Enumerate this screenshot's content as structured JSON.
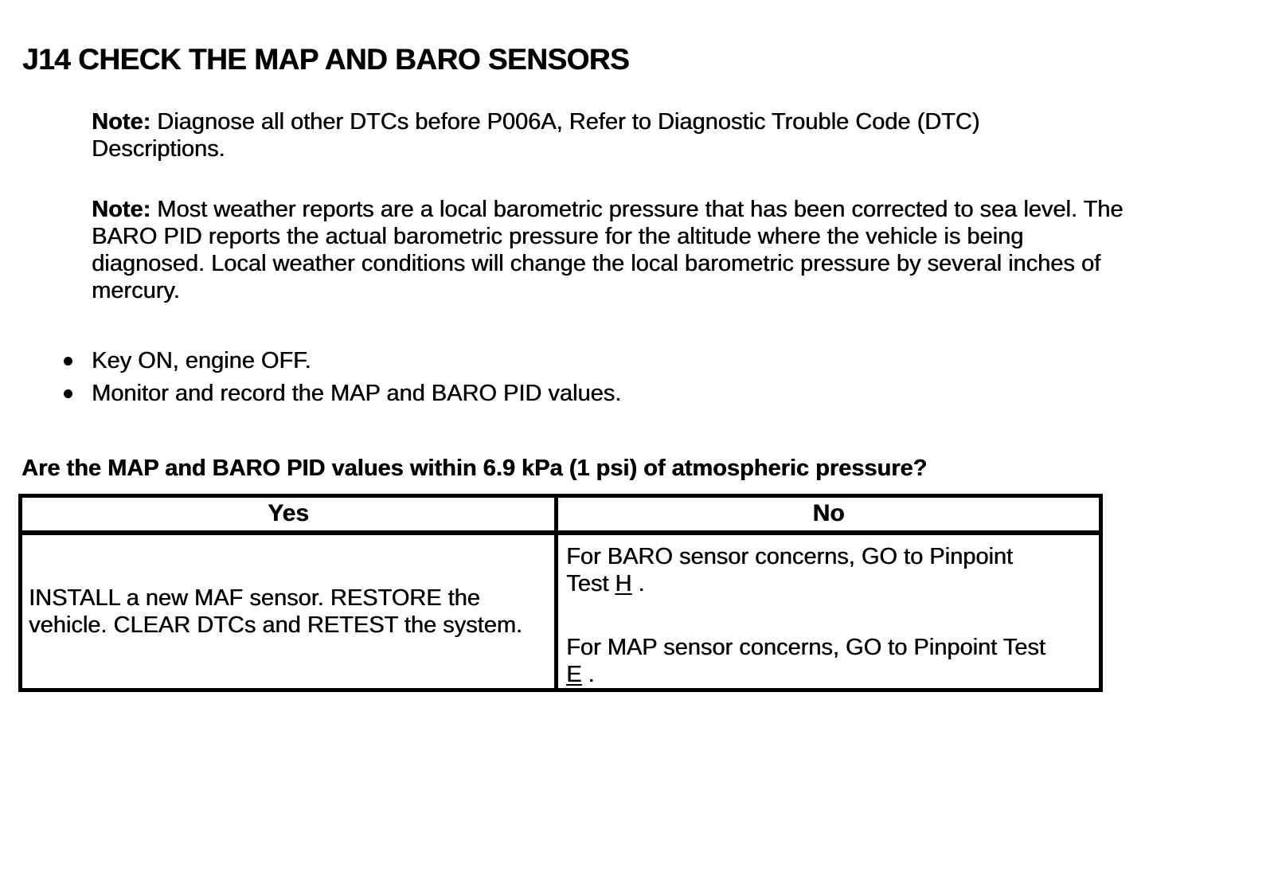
{
  "title": "J14 CHECK THE MAP AND BARO SENSORS",
  "notes": [
    {
      "label": "Note:",
      "lines": [
        "Diagnose all other DTCs before P006A, Refer to Diagnostic Trouble Code (DTC)",
        "Descriptions."
      ]
    },
    {
      "label": "Note:",
      "lines": [
        "Most weather reports are a local barometric pressure that has been corrected to sea level. The",
        "BARO PID reports the actual barometric pressure for the altitude where the vehicle is being",
        "diagnosed. Local weather conditions will change the local barometric pressure by several inches of",
        "mercury."
      ]
    }
  ],
  "steps": [
    "Key ON, engine OFF.",
    "Monitor and record the MAP and BARO PID values."
  ],
  "question": "Are the MAP and BARO PID values within 6.9 kPa (1 psi) of atmospheric pressure?",
  "table": {
    "headers": [
      "Yes",
      "No"
    ],
    "yes_cell": {
      "lines": [
        "INSTALL a new MAF sensor. RESTORE the",
        "vehicle. CLEAR DTCs and RETEST the system."
      ]
    },
    "no_cell": {
      "paragraphs": [
        {
          "line1": "For BARO sensor concerns, GO to Pinpoint",
          "line2_before": "Test",
          "link": "H",
          "line2_after": "."
        },
        {
          "line1": "For MAP sensor concerns, GO to Pinpoint Test",
          "link": "E",
          "line2_after": "."
        }
      ]
    }
  }
}
